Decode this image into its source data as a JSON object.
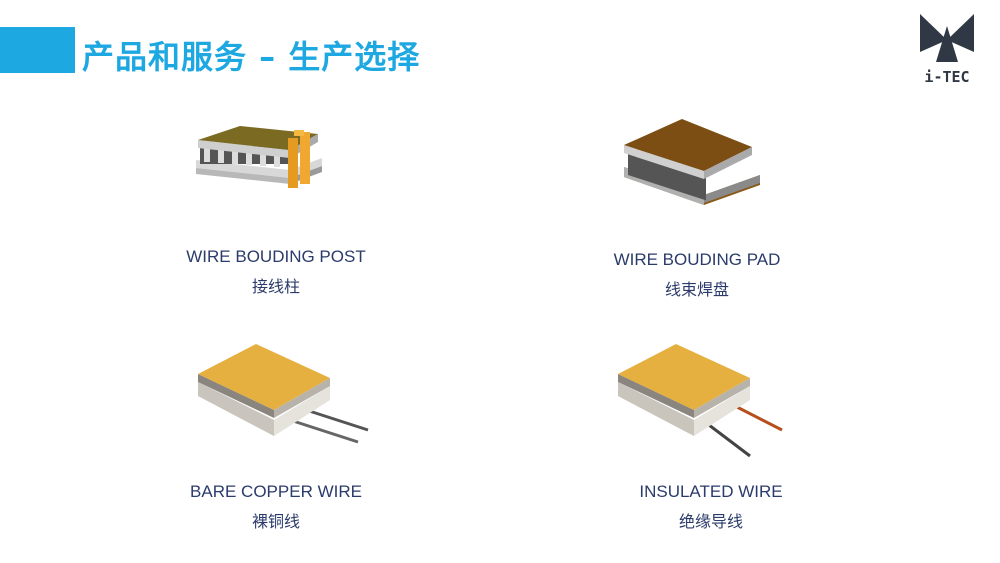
{
  "header": {
    "title": "产品和服务 – 生产选择",
    "logo_text": "i-TEC",
    "accent_color": "#1ea8e1"
  },
  "products": [
    {
      "name_en": "WIRE BOUDING POST",
      "name_zh": "接线柱"
    },
    {
      "name_en": "WIRE BOUDING PAD",
      "name_zh": "线束焊盘"
    },
    {
      "name_en": "BARE COPPER WIRE",
      "name_zh": "裸铜线"
    },
    {
      "name_en": "INSULATED WIRE",
      "name_zh": "绝缘导线"
    }
  ]
}
